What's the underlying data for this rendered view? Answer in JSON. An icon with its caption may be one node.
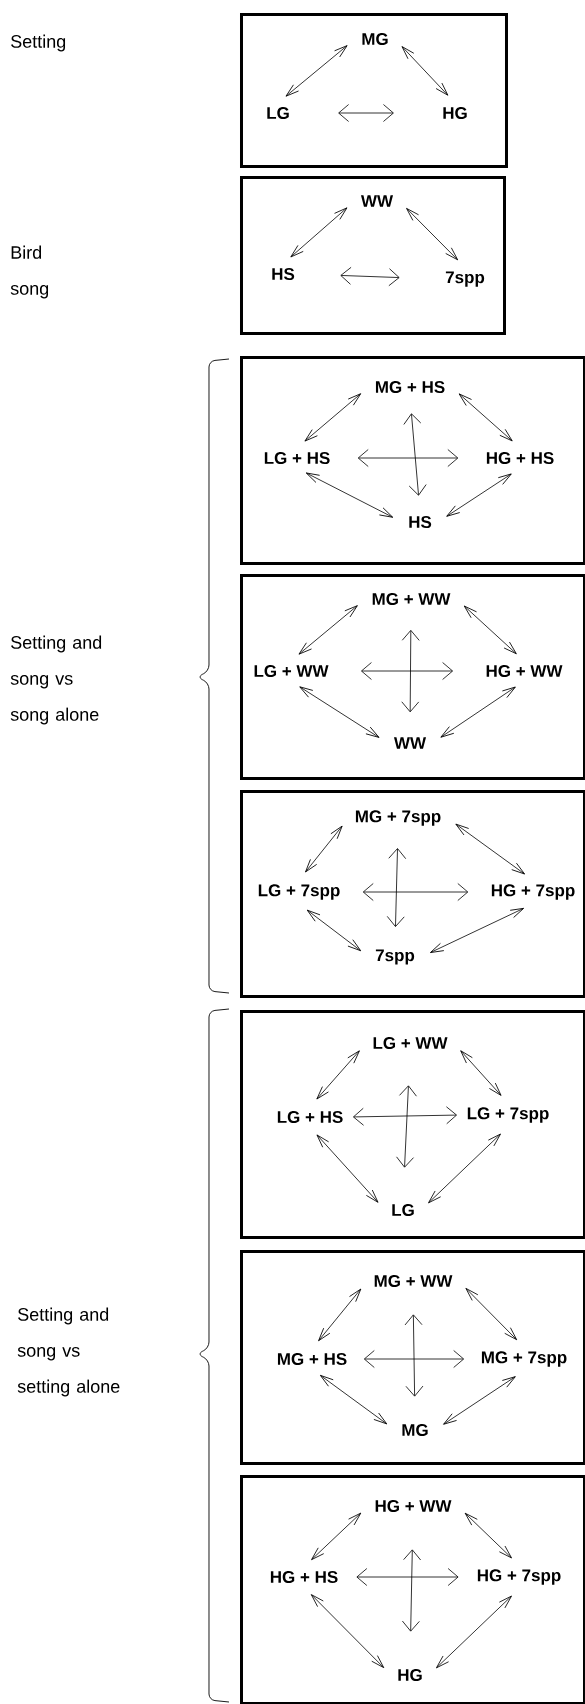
{
  "diagram": {
    "nodes": [
      {
        "text": [],
        "shape": "box"
      },
      {
        "text": [
          "MG"
        ],
        "in": 0
      },
      {
        "text": [
          "LG"
        ],
        "in": 0
      },
      {
        "text": [
          "HG"
        ],
        "in": 0
      },
      {
        "text": [],
        "shape": "box"
      },
      {
        "text": [
          "WW"
        ],
        "in": 4
      },
      {
        "text": [
          "HS"
        ],
        "in": 4
      },
      {
        "text": [
          "7spp"
        ],
        "in": 4
      },
      {
        "text": [],
        "shape": "box"
      },
      {
        "text": [
          "MG + HS"
        ],
        "in": 8
      },
      {
        "text": [
          "LG + HS"
        ],
        "in": 8
      },
      {
        "text": [
          "HG + HS"
        ],
        "in": 8
      },
      {
        "text": [
          "HS"
        ],
        "in": 8
      },
      {
        "text": [],
        "shape": "box"
      },
      {
        "text": [
          "MG + WW"
        ],
        "in": 13
      },
      {
        "text": [
          "LG + WW"
        ],
        "in": 13
      },
      {
        "text": [
          "HG + WW"
        ],
        "in": 13
      },
      {
        "text": [
          "WW"
        ],
        "in": 13
      },
      {
        "text": [],
        "shape": "box"
      },
      {
        "text": [
          "MG + 7spp"
        ],
        "in": 18
      },
      {
        "text": [
          "LG + 7spp"
        ],
        "in": 18
      },
      {
        "text": [
          "HG + 7spp"
        ],
        "in": 18
      },
      {
        "text": [
          "7spp"
        ],
        "in": 18
      },
      {
        "text": [],
        "shape": "box"
      },
      {
        "text": [
          "LG + WW"
        ],
        "in": 23
      },
      {
        "text": [
          "LG + HS"
        ],
        "in": 23
      },
      {
        "text": [
          "LG + 7spp"
        ],
        "in": 23
      },
      {
        "text": [
          "LG"
        ],
        "in": 23
      },
      {
        "text": [],
        "shape": "box"
      },
      {
        "text": [
          "MG + WW"
        ],
        "in": 28
      },
      {
        "text": [
          "MG + HS"
        ],
        "in": 28
      },
      {
        "text": [
          "MG + 7spp"
        ],
        "in": 28
      },
      {
        "text": [
          "MG"
        ],
        "in": 28
      },
      {
        "text": [],
        "shape": "box"
      },
      {
        "text": [
          "HG + WW"
        ],
        "in": 33
      },
      {
        "text": [
          "HG + HS"
        ],
        "in": 33
      },
      {
        "text": [
          "HG + 7spp"
        ],
        "in": 33
      },
      {
        "text": [
          "HG"
        ],
        "in": 33
      }
    ],
    "edges": [
      {
        "from": 2,
        "to": 1,
        "arrow": "both"
      },
      {
        "from": 1,
        "to": 3,
        "arrow": "both"
      },
      {
        "from": 2,
        "to": 3,
        "arrow": "both"
      },
      {
        "from": 6,
        "to": 5,
        "arrow": "both"
      },
      {
        "from": 5,
        "to": 7,
        "arrow": "both"
      },
      {
        "from": 6,
        "to": 7,
        "arrow": "both"
      },
      {
        "from": 10,
        "to": 9,
        "arrow": "both"
      },
      {
        "from": 9,
        "to": 11,
        "arrow": "both"
      },
      {
        "from": 10,
        "to": 12,
        "arrow": "both"
      },
      {
        "from": 12,
        "to": 11,
        "arrow": "both"
      },
      {
        "from": 9,
        "to": 12,
        "arrow": "both"
      },
      {
        "from": 10,
        "to": 11,
        "arrow": "both"
      },
      {
        "from": 15,
        "to": 14,
        "arrow": "both"
      },
      {
        "from": 14,
        "to": 16,
        "arrow": "both"
      },
      {
        "from": 15,
        "to": 17,
        "arrow": "both"
      },
      {
        "from": 17,
        "to": 16,
        "arrow": "both"
      },
      {
        "from": 14,
        "to": 17,
        "arrow": "both"
      },
      {
        "from": 15,
        "to": 16,
        "arrow": "both"
      },
      {
        "from": 20,
        "to": 19,
        "arrow": "both"
      },
      {
        "from": 19,
        "to": 21,
        "arrow": "both"
      },
      {
        "from": 20,
        "to": 22,
        "arrow": "both"
      },
      {
        "from": 22,
        "to": 21,
        "arrow": "both"
      },
      {
        "from": 19,
        "to": 22,
        "arrow": "both"
      },
      {
        "from": 20,
        "to": 21,
        "arrow": "both"
      },
      {
        "from": 25,
        "to": 24,
        "arrow": "both"
      },
      {
        "from": 24,
        "to": 26,
        "arrow": "both"
      },
      {
        "from": 25,
        "to": 27,
        "arrow": "both"
      },
      {
        "from": 27,
        "to": 26,
        "arrow": "both"
      },
      {
        "from": 24,
        "to": 27,
        "arrow": "both"
      },
      {
        "from": 25,
        "to": 26,
        "arrow": "both"
      },
      {
        "from": 30,
        "to": 29,
        "arrow": "both"
      },
      {
        "from": 29,
        "to": 31,
        "arrow": "both"
      },
      {
        "from": 30,
        "to": 32,
        "arrow": "both"
      },
      {
        "from": 32,
        "to": 31,
        "arrow": "both"
      },
      {
        "from": 29,
        "to": 32,
        "arrow": "both"
      },
      {
        "from": 30,
        "to": 31,
        "arrow": "both"
      },
      {
        "from": 35,
        "to": 34,
        "arrow": "both"
      },
      {
        "from": 34,
        "to": 36,
        "arrow": "both"
      },
      {
        "from": 35,
        "to": 37,
        "arrow": "both"
      },
      {
        "from": 37,
        "to": 36,
        "arrow": "both"
      },
      {
        "from": 34,
        "to": 37,
        "arrow": "both"
      },
      {
        "from": 35,
        "to": 36,
        "arrow": "both"
      }
    ],
    "labels": [
      "Setting",
      "Bird song",
      "Setting and song vs song alone",
      "Setting and song vs setting alone"
    ]
  }
}
